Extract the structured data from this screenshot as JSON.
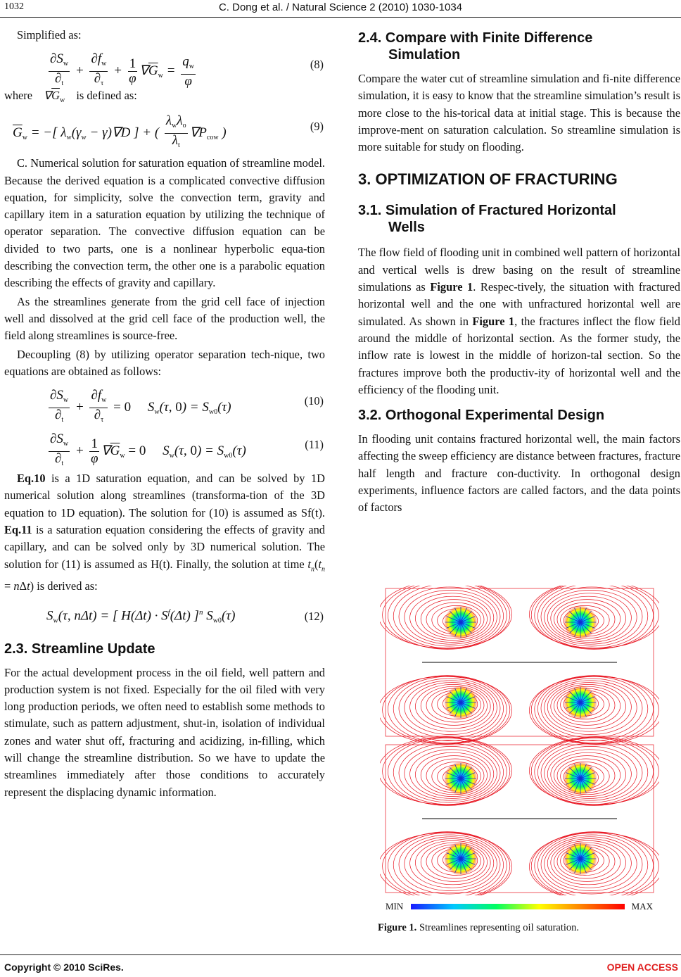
{
  "header": {
    "page_number": "1032",
    "running_head": "C. Dong et al. / Natural Science 2 (2010) 1030-1034"
  },
  "left": {
    "p_simplified": "Simplified as:",
    "eq8_num": "(8)",
    "p_where_pre": "where",
    "p_where_post": "is defined as:",
    "eq9_num": "(9)",
    "p_C": "C. Numerical solution for saturation equation of streamline model. Because the derived equation is a complicated convective diffusion equation, for simplicity, solve the convection term, gravity and capillary item in a saturation equation by utilizing the technique of operator separation. The convective diffusion equation can be divided to two parts, one is a nonlinear hyperbolic equa-tion describing the convection term, the other one is a parabolic equation describing the effects of gravity and capillary.",
    "p_as": "As the streamlines generate from the grid cell face of injection well and dissolved at the grid cell face of the production well, the field along streamlines is source-free.",
    "p_decoupling": "Decoupling (8) by utilizing operator separation tech-nique, two equations are obtained as follows:",
    "eq10_num": "(10)",
    "eq11_num": "(11)",
    "p_eq10_bold": "Eq.10",
    "p_eq10_a": " is a 1D saturation equation, and can be solved by 1D numerical solution along streamlines (transforma-tion of the 3D equation to 1D equation). The solution for (10) is assumed as Sf(t). ",
    "p_eq11_bold": "Eq.11",
    "p_eq10_b": " is a saturation equation considering the effects of gravity and capillary, and can be solved only by 3D numerical solution. The solution for (11) is assumed as H(t). Finally, the solution at time ",
    "p_eq10_c": " is derived as:",
    "eq12_num": "(12)",
    "h_2_3": "2.3. Streamline Update",
    "p_update": "For the actual development process in the oil field, well pattern and production system is not fixed. Especially for the oil filed with very long production periods, we often need to establish some methods to stimulate, such as pattern adjustment, shut-in, isolation of individual zones and water shut off, fracturing and acidizing, in-filling, which will change the streamline distribution. So we have to update the streamlines immediately after those conditions to accurately represent the displacing dynamic information."
  },
  "right": {
    "h_2_4_a": "2.4. Compare with Finite Difference",
    "h_2_4_b": "Simulation",
    "p_compare": "Compare the water cut of streamline simulation and fi-nite difference simulation, it is easy to know that the streamline simulation’s result is more close to the his-torical data at initial stage. This is because the improve-ment on saturation calculation. So streamline simulation is more suitable for study on flooding.",
    "h_3": "3. OPTIMIZATION OF FRACTURING",
    "h_3_1_a": "3.1. Simulation of Fractured Horizontal",
    "h_3_1_b": "Wells",
    "p_flow_a": "The flow field of flooding unit in combined well pattern of horizontal and vertical wells is drew basing on the result of streamline simulations as ",
    "p_flow_fig": "Figure 1",
    "p_flow_b": ". Respec-tively, the situation with fractured horizontal well and the one with unfractured horizontal well are simulated. As shown in ",
    "p_flow_fig2": "Figure 1",
    "p_flow_c": ", the fractures inflect the flow field around the middle of horizontal section. As the former study, the inflow rate is lowest in the middle of horizon-tal section. So the fractures improve both the productiv-ity of horizontal well and the efficiency of the flooding unit.",
    "h_3_2": "3.2. Orthogonal Experimental Design",
    "p_orth": "In flooding unit contains fractured horizontal well, the main factors affecting the sweep efficiency are distance between fractures, fracture half length and fracture con-ductivity. In orthogonal design experiments, influence factors are called factors, and the data points of factors",
    "colorbar_min": "MIN",
    "colorbar_max": "MAX",
    "caption_label": "Figure 1.",
    "caption_text": " Streamlines representing oil saturation."
  },
  "footer": {
    "copyright": "Copyright © 2010 SciRes.",
    "open_access": "OPEN ACCESS"
  },
  "colors": {
    "streamline_red": "#e8121e",
    "colorbar_low": "#1a1aff",
    "colorbar_high": "#ff0000",
    "open_access": "#e02020"
  }
}
